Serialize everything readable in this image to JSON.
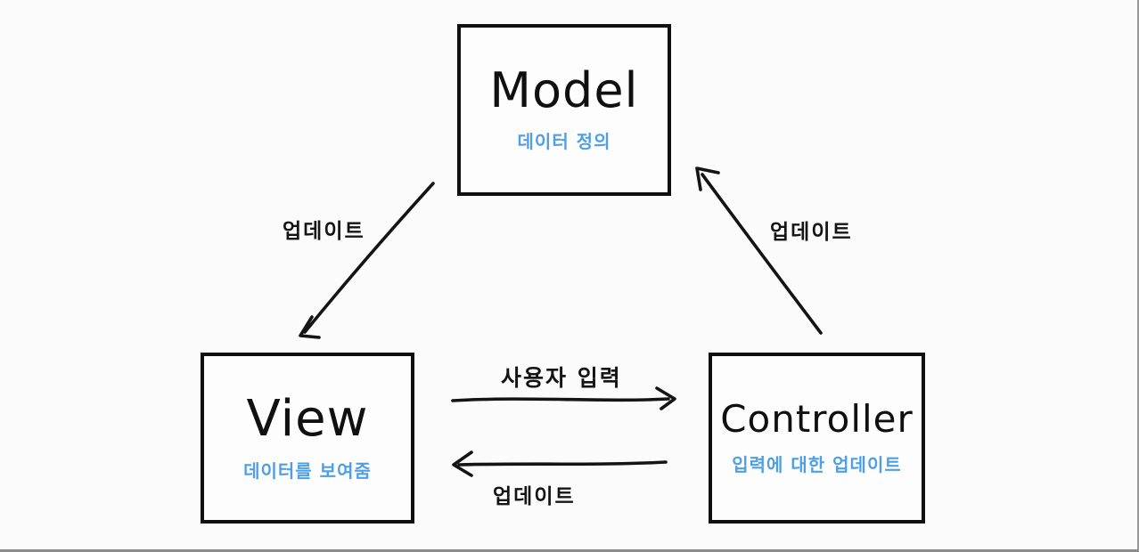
{
  "diagram": {
    "type": "flowchart",
    "background_color": "#fbfbfb",
    "ink_color": "#141414",
    "accent_color": "#4f9fe6",
    "nodes": {
      "model": {
        "label": "Model",
        "description": "데이터 정의"
      },
      "view": {
        "label": "View",
        "description": "데이터를 보여줌"
      },
      "controller": {
        "label": "Controller",
        "description": "입력에 대한 업데이트"
      }
    },
    "edges": {
      "model_to_view": {
        "from": "Model",
        "to": "View",
        "label": "업데이트"
      },
      "controller_to_model": {
        "from": "Controller",
        "to": "Model",
        "label": "업데이트"
      },
      "view_to_controller": {
        "from": "View",
        "to": "Controller",
        "label": "사용자 입력"
      },
      "controller_to_view": {
        "from": "Controller",
        "to": "View",
        "label": "업데이트"
      }
    }
  }
}
